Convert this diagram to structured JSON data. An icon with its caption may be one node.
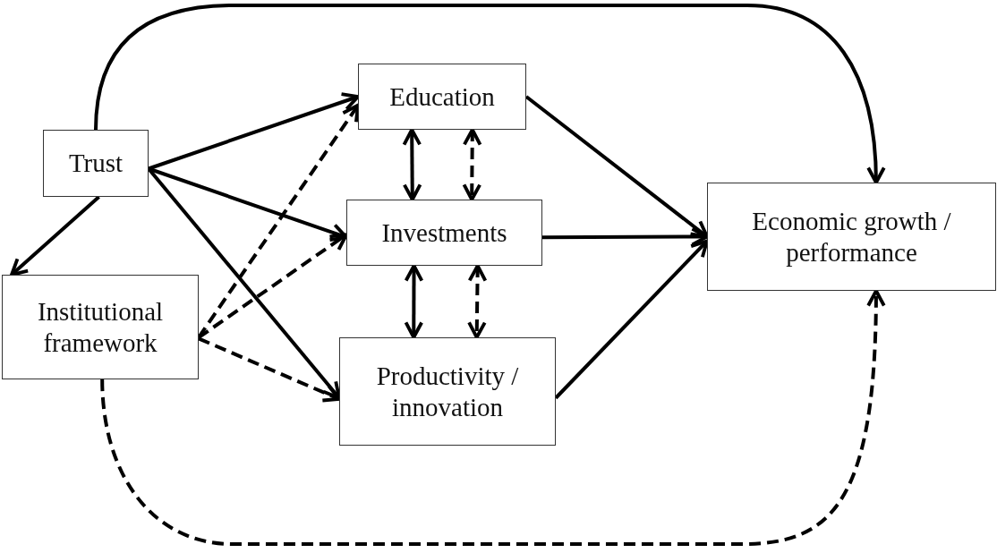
{
  "diagram": {
    "nodes": [
      {
        "text": [
          "Trust"
        ]
      },
      {
        "text": [
          "Institutional framework"
        ]
      },
      {
        "text": [
          "Education"
        ]
      },
      {
        "text": [
          "Investments"
        ]
      },
      {
        "text": [
          "Productivity / innovation"
        ]
      },
      {
        "text": [
          "Economic growth / performance"
        ]
      }
    ],
    "edges": [
      {
        "from": 0,
        "to": 5,
        "arrow": "to"
      },
      {
        "from": 0,
        "to": 1,
        "arrow": "to"
      },
      {
        "from": 0,
        "to": 2,
        "arrow": "to"
      },
      {
        "from": 0,
        "to": 3,
        "arrow": "to"
      },
      {
        "from": 0,
        "to": 4,
        "arrow": "to"
      },
      {
        "from": 1,
        "to": 2,
        "arrow": "to",
        "style": "dashed"
      },
      {
        "from": 1,
        "to": 3,
        "arrow": "to",
        "style": "dashed"
      },
      {
        "from": 1,
        "to": 4,
        "arrow": "to",
        "style": "dashed"
      },
      {
        "from": 2,
        "to": 3,
        "arrow": "both"
      },
      {
        "from": 2,
        "to": 3,
        "arrow": "both",
        "style": "dashed"
      },
      {
        "from": 3,
        "to": 4,
        "arrow": "both"
      },
      {
        "from": 3,
        "to": 4,
        "arrow": "both",
        "style": "dashed"
      },
      {
        "from": 2,
        "to": 5,
        "arrow": "to"
      },
      {
        "from": 3,
        "to": 5,
        "arrow": "to"
      },
      {
        "from": 4,
        "to": 5,
        "arrow": "to"
      },
      {
        "from": 1,
        "to": 5,
        "arrow": "to",
        "style": "dashed"
      }
    ]
  }
}
